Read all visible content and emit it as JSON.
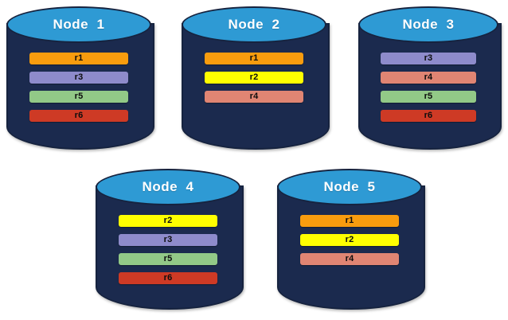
{
  "diagram": {
    "type": "replica-placement-cylinders",
    "colors": {
      "cylinder_body": "#1b2a4e",
      "cylinder_top": "#2e9ad4",
      "cylinder_border": "#16233f",
      "background": "#ffffff",
      "title_text": "#ffffff",
      "replica_text": "#0d0d0d"
    },
    "replica_colors": {
      "r1": "#f89c0e",
      "r2": "#ffff00",
      "r3": "#8e8bcb",
      "r4": "#e08573",
      "r5": "#92c987",
      "r6": "#ce3a25"
    },
    "nodes": [
      {
        "id": "node-1",
        "title": "Node  1",
        "replicas": [
          {
            "label": "r1",
            "color": "#f89c0e"
          },
          {
            "label": "r3",
            "color": "#8e8bcb"
          },
          {
            "label": "r5",
            "color": "#92c987"
          },
          {
            "label": "r6",
            "color": "#ce3a25"
          }
        ]
      },
      {
        "id": "node-2",
        "title": "Node  2",
        "replicas": [
          {
            "label": "r1",
            "color": "#f89c0e"
          },
          {
            "label": "r2",
            "color": "#ffff00"
          },
          {
            "label": "r4",
            "color": "#e08573"
          }
        ]
      },
      {
        "id": "node-3",
        "title": "Node  3",
        "replicas": [
          {
            "label": "r3",
            "color": "#8e8bcb"
          },
          {
            "label": "r4",
            "color": "#e08573"
          },
          {
            "label": "r5",
            "color": "#92c987"
          },
          {
            "label": "r6",
            "color": "#ce3a25"
          }
        ]
      },
      {
        "id": "node-4",
        "title": "Node  4",
        "replicas": [
          {
            "label": "r2",
            "color": "#ffff00"
          },
          {
            "label": "r3",
            "color": "#8e8bcb"
          },
          {
            "label": "r5",
            "color": "#92c987"
          },
          {
            "label": "r6",
            "color": "#ce3a25"
          }
        ]
      },
      {
        "id": "node-5",
        "title": "Node  5",
        "replicas": [
          {
            "label": "r1",
            "color": "#f89c0e"
          },
          {
            "label": "r2",
            "color": "#ffff00"
          },
          {
            "label": "r4",
            "color": "#e08573"
          }
        ]
      }
    ]
  }
}
